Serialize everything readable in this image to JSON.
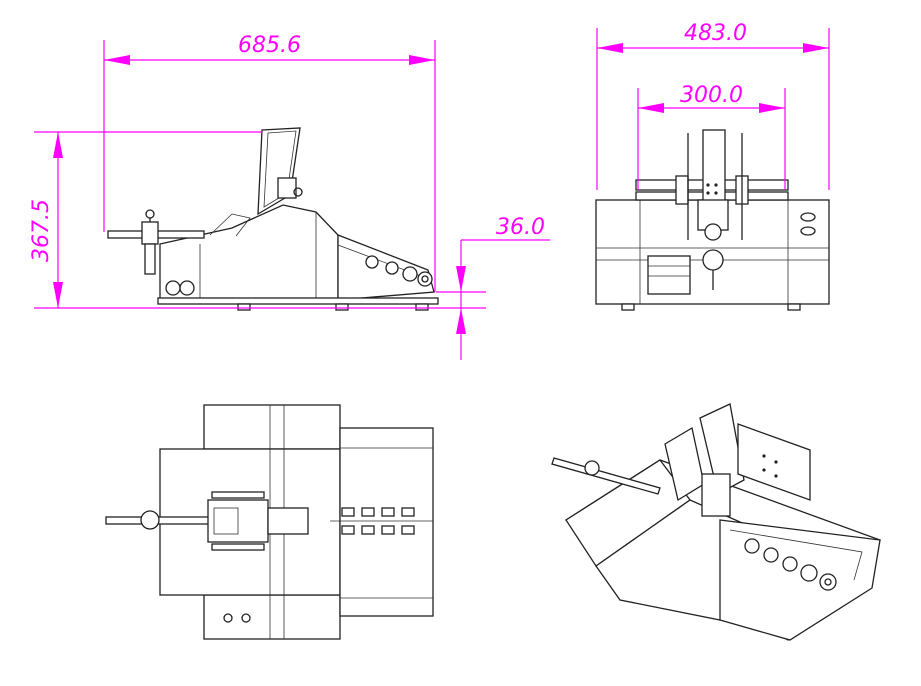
{
  "dimensions": {
    "length": "685.6",
    "height": "367.5",
    "offset": "36.0",
    "width_total": "483.0",
    "width_inner": "300.0"
  },
  "colors": {
    "dimension_line": "#ff00ff",
    "drawing_line": "#222222",
    "background": "#ffffff"
  }
}
